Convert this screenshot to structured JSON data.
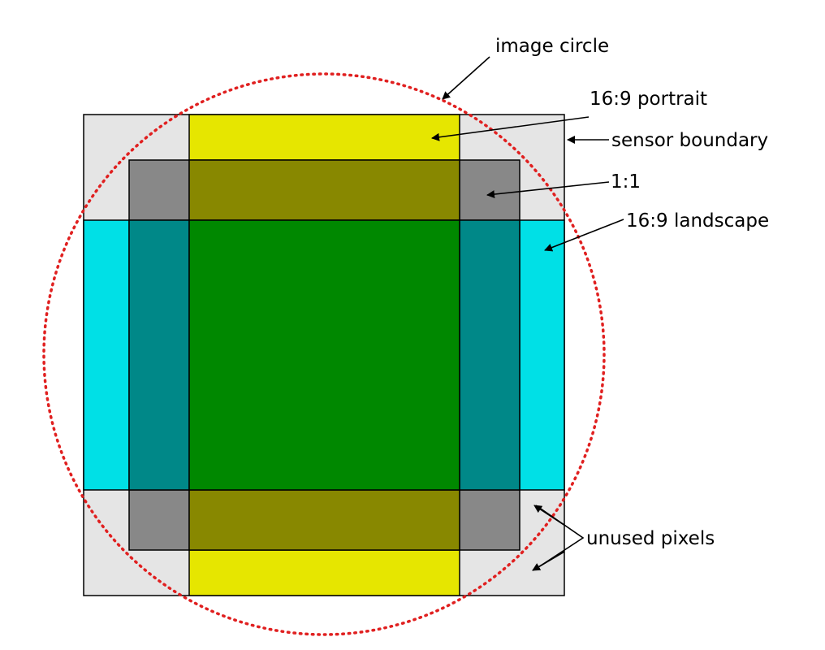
{
  "labels": {
    "image_circle": "image circle",
    "portrait": "16:9 portrait",
    "sensor_boundary": "sensor boundary",
    "square": "1:1",
    "landscape": "16:9 landscape",
    "unused_pixels": "unused pixels"
  },
  "colors": {
    "sensor": "#e5e5e5",
    "portrait_only": "#e6e600",
    "square_only": "#888888",
    "landscape_only": "#00e0e6",
    "portrait_and_square": "#888800",
    "landscape_and_square": "#008888",
    "all_formats": "#008800",
    "image_circle": "#e02020"
  }
}
